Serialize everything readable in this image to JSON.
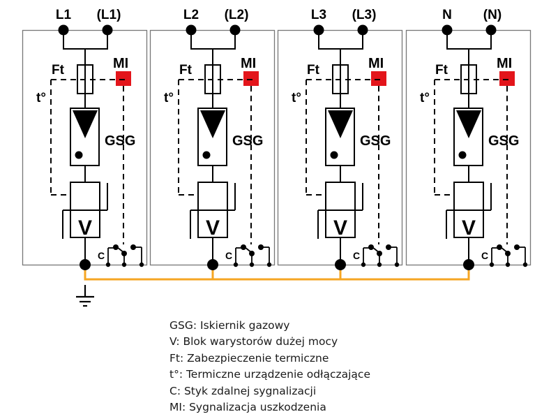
{
  "modules": [
    {
      "terminal_left": "L1",
      "terminal_right": "(L1)",
      "fuse_label": "Ft",
      "indicator_label": "MI",
      "thermal_label": "t°",
      "gas_label": "GSG",
      "varistor_label": "V",
      "contact_label": "C"
    },
    {
      "terminal_left": "L2",
      "terminal_right": "(L2)",
      "fuse_label": "Ft",
      "indicator_label": "MI",
      "thermal_label": "t°",
      "gas_label": "GSG",
      "varistor_label": "V",
      "contact_label": "C"
    },
    {
      "terminal_left": "L3",
      "terminal_right": "(L3)",
      "fuse_label": "Ft",
      "indicator_label": "MI",
      "thermal_label": "t°",
      "gas_label": "GSG",
      "varistor_label": "V",
      "contact_label": "C"
    },
    {
      "terminal_left": "N",
      "terminal_right": "(N)",
      "fuse_label": "Ft",
      "indicator_label": "MI",
      "thermal_label": "t°",
      "gas_label": "GSG",
      "varistor_label": "V",
      "contact_label": "C"
    }
  ],
  "colors": {
    "indicator": "#E3151B",
    "ground_bus": "#F5A623",
    "frame": "#777777",
    "line": "#000000"
  },
  "legend": [
    "GSG: Iskiernik gazowy",
    "V: Blok warystorów dużej mocy",
    "Ft: Zabezpieczenie termiczne",
    "t°: Termiczne urządzenie odłączające",
    "C: Styk zdalnej sygnalizacji",
    "MI: Sygnalizacja uszkodzenia"
  ]
}
